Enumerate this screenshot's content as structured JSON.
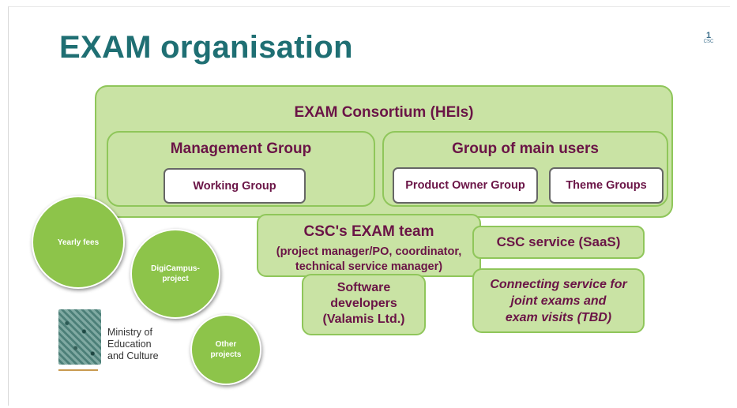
{
  "title": "EXAM organisation",
  "logo": {
    "mark": "1",
    "text": "CSC"
  },
  "consortium": {
    "label": "EXAM Consortium (HEIs)"
  },
  "management_group": {
    "label": "Management Group",
    "child": "Working Group"
  },
  "main_users": {
    "label": "Group of main users",
    "children": [
      "Product Owner Group",
      "Theme Groups"
    ]
  },
  "csc_team": {
    "label": "CSC's EXAM team",
    "sub": "(project manager/PO, coordinator, technical service manager)"
  },
  "software_devs": {
    "lines": [
      "Software",
      "developers",
      "(Valamis Ltd.)"
    ]
  },
  "csc_service": {
    "label": "CSC service (SaaS)"
  },
  "connecting_service": {
    "lines": [
      "Connecting service for",
      "joint exams and",
      "exam visits (TBD)"
    ]
  },
  "funding": {
    "yearly_fees": "Yearly fees",
    "digicampus": [
      "DigiCampus-",
      "project"
    ],
    "other": [
      "Other",
      "projects"
    ]
  },
  "ministry": {
    "lines": [
      "Ministry of",
      "Education",
      "and Culture"
    ]
  },
  "colors": {
    "title": "#1f6f73",
    "box_fill": "#c9e3a4",
    "box_border": "#8fc65a",
    "text": "#6a1446",
    "circle": "#8dc44a"
  }
}
